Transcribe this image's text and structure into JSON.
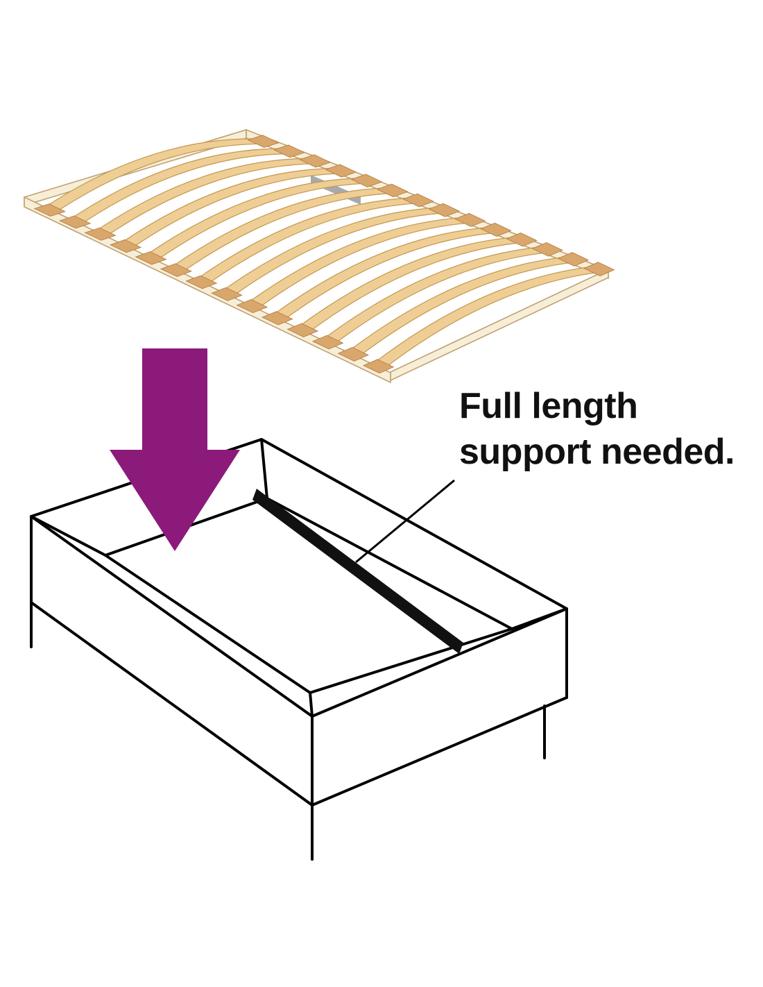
{
  "annotation": {
    "line1": "Full length",
    "line2": "support needed."
  },
  "colors": {
    "background": "#ffffff",
    "arrow": "#8c1a7b",
    "slat_wood": "#efce96",
    "slat_stroke": "#c59c55",
    "rail_wood": "#f7eed8",
    "rail_stroke": "#bfa171",
    "cap_wood": "#d9a76b",
    "cap_stroke": "#b9854d",
    "center_strip": "#a7a9ad",
    "line": "#000000",
    "support_bar": "#111111",
    "text": "#111111"
  },
  "slat_base": {
    "count": 14,
    "arch": 52,
    "thickness": 17
  }
}
